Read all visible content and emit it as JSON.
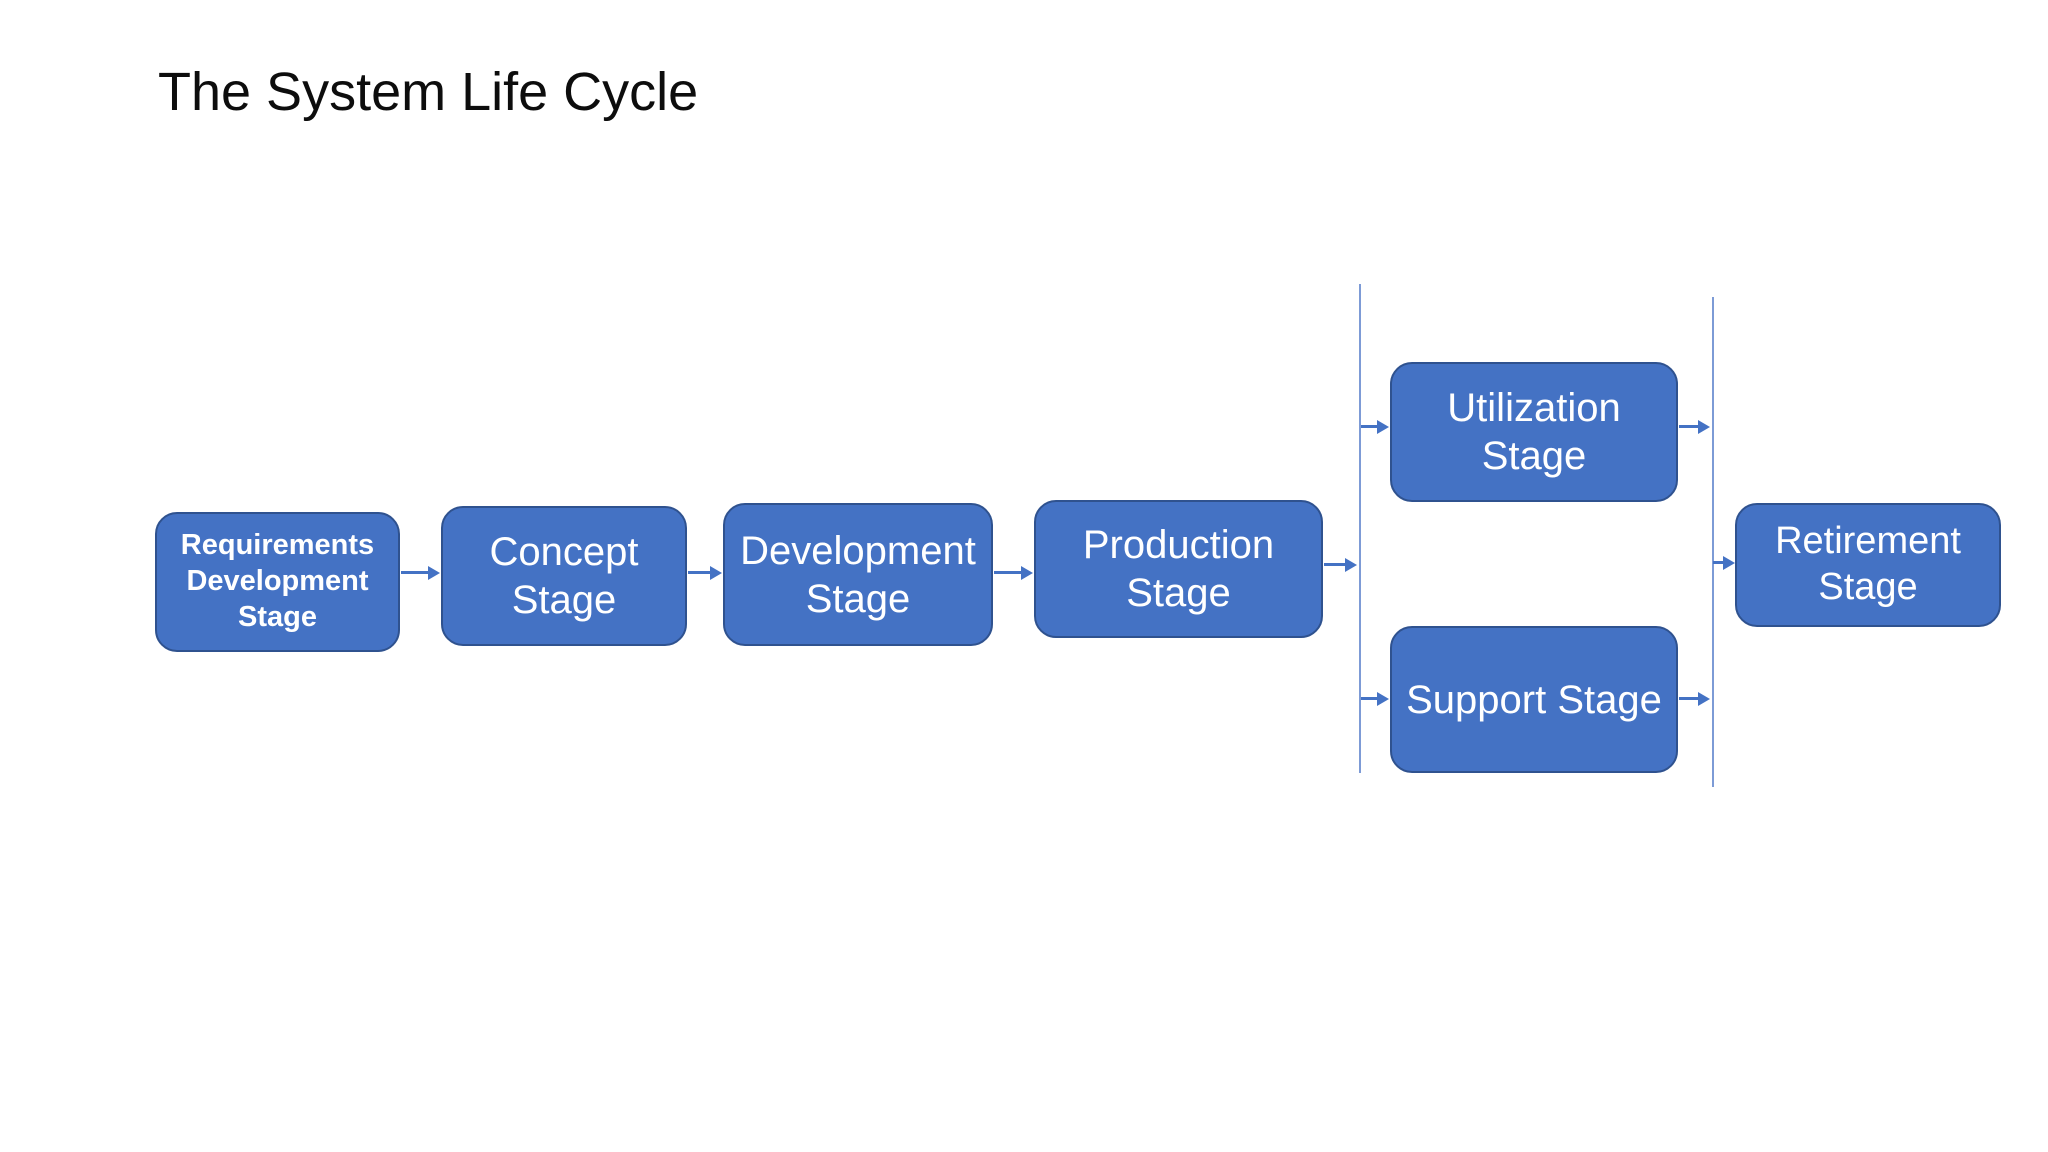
{
  "slide": {
    "title": "The System Life Cycle",
    "colors": {
      "background": "#FFFFFF",
      "title_color": "#0D0D0D",
      "box_fill": "#4472C4",
      "box_border": "#2F528F",
      "box_text": "#FFFFFF",
      "connector": "#4472C4",
      "vertical_line": "#7D9BD6"
    },
    "stages": [
      {
        "id": "requirements-development",
        "label": "Requirements\nDevelopment\nStage"
      },
      {
        "id": "concept",
        "label": "Concept\nStage"
      },
      {
        "id": "development",
        "label": "Development\nStage"
      },
      {
        "id": "production",
        "label": "Production\nStage"
      },
      {
        "id": "utilization",
        "label": "Utilization\nStage"
      },
      {
        "id": "support",
        "label": "Support Stage"
      },
      {
        "id": "retirement",
        "label": "Retirement\nStage"
      }
    ],
    "connections": [
      {
        "from": "requirements-development",
        "to": "concept"
      },
      {
        "from": "concept",
        "to": "development"
      },
      {
        "from": "development",
        "to": "production"
      },
      {
        "from": "production",
        "to": "parallel-split-line"
      },
      {
        "from": "parallel-split-line",
        "to": "utilization"
      },
      {
        "from": "parallel-split-line",
        "to": "support"
      },
      {
        "from": "utilization",
        "to": "parallel-join-line"
      },
      {
        "from": "support",
        "to": "parallel-join-line"
      },
      {
        "from": "parallel-join-line",
        "to": "retirement"
      }
    ]
  }
}
